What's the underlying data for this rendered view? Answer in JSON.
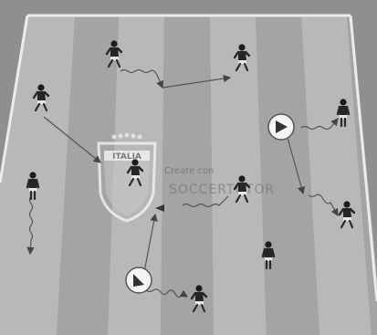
{
  "badge": {
    "label": "ITALIA"
  },
  "watermark": {
    "line1": "Create con",
    "line2": "SOCCERTUTOR"
  },
  "colors": {
    "stripe_light": "#b9b9b9",
    "stripe_dark": "#a6a6a6",
    "line": "#ececec",
    "shirt": "#262626",
    "skin": "#d9d9d9",
    "arrow": "#555555",
    "cone_fill": "#f4f4f4"
  },
  "players": [
    {
      "id": "p1",
      "pose": "run-right"
    },
    {
      "id": "p2",
      "pose": "run-left"
    },
    {
      "id": "p3",
      "pose": "run-right"
    },
    {
      "id": "p4",
      "pose": "run-left"
    },
    {
      "id": "p5",
      "pose": "stand"
    },
    {
      "id": "p6",
      "pose": "run-left"
    },
    {
      "id": "p7",
      "pose": "stand"
    },
    {
      "id": "p8",
      "pose": "run-right"
    },
    {
      "id": "p9",
      "pose": "stand"
    },
    {
      "id": "p10",
      "pose": "run-left"
    },
    {
      "id": "p11",
      "pose": "run-right"
    }
  ],
  "coach_markers": [
    {
      "id": "c1",
      "icon": "coach-icon"
    },
    {
      "id": "c2",
      "icon": "coach-icon"
    }
  ]
}
